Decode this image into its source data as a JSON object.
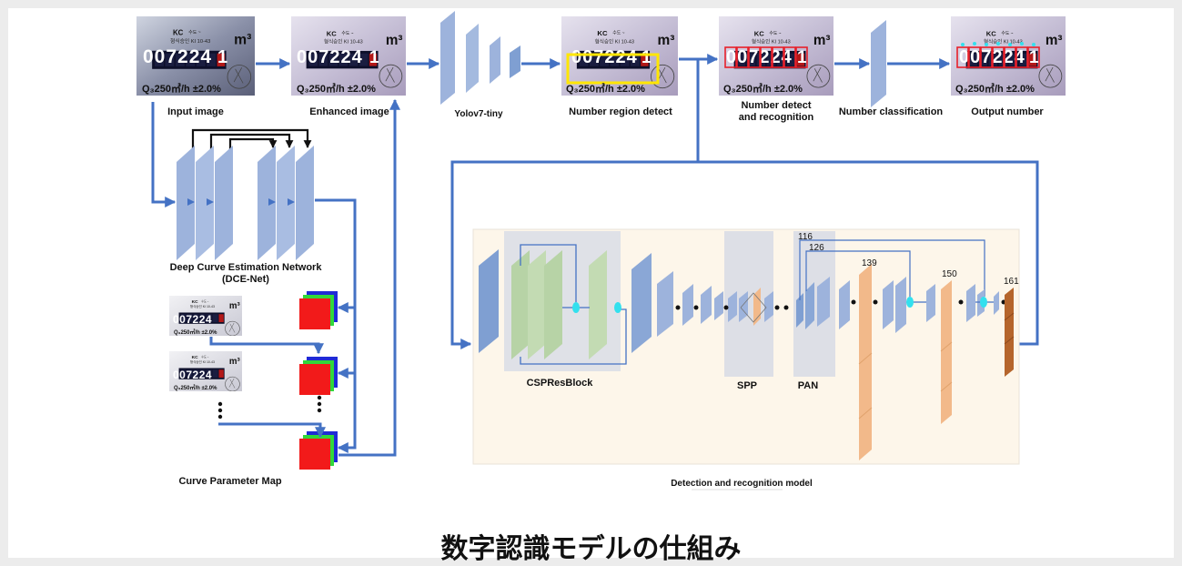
{
  "labels": {
    "input": "Input image",
    "enhanced": "Enhanced image",
    "yolo": "Yolov7-tiny",
    "region": "Number region detect",
    "detect1": "Number detect",
    "detect2": "and recognition",
    "classification": "Number classification",
    "output": "Output number",
    "dce1": "Deep Curve Estimation Network",
    "dce2": "(DCE-Net)",
    "curvemap": "Curve Parameter Map",
    "csp": "CSPResBlock",
    "spp": "SPP",
    "pan": "PAN",
    "model": "Detection and recognition model"
  },
  "layer_numbers": {
    "l116": "116",
    "l126": "126",
    "l139": "139",
    "l150": "150",
    "l161": "161"
  },
  "meter": {
    "digits": "007224",
    "last_digit": "1",
    "unit": "m³",
    "rating": "Q₃250㎥/h ±2.0%",
    "header_text": "KC 수도 ~ 형식승인 KI 10-43"
  },
  "page_title": "数字認識モデルの仕組み",
  "colors": {
    "arrow": "#4472c4",
    "layer_blue": "#9db3dc",
    "layer_green": "#b7d3a6",
    "layer_orange": "#f2b98a",
    "layer_brown": "#b5652c",
    "highlight_yellow": "#ffe600",
    "box_red": "#e8202a",
    "node_cyan": "#33e0ee"
  }
}
